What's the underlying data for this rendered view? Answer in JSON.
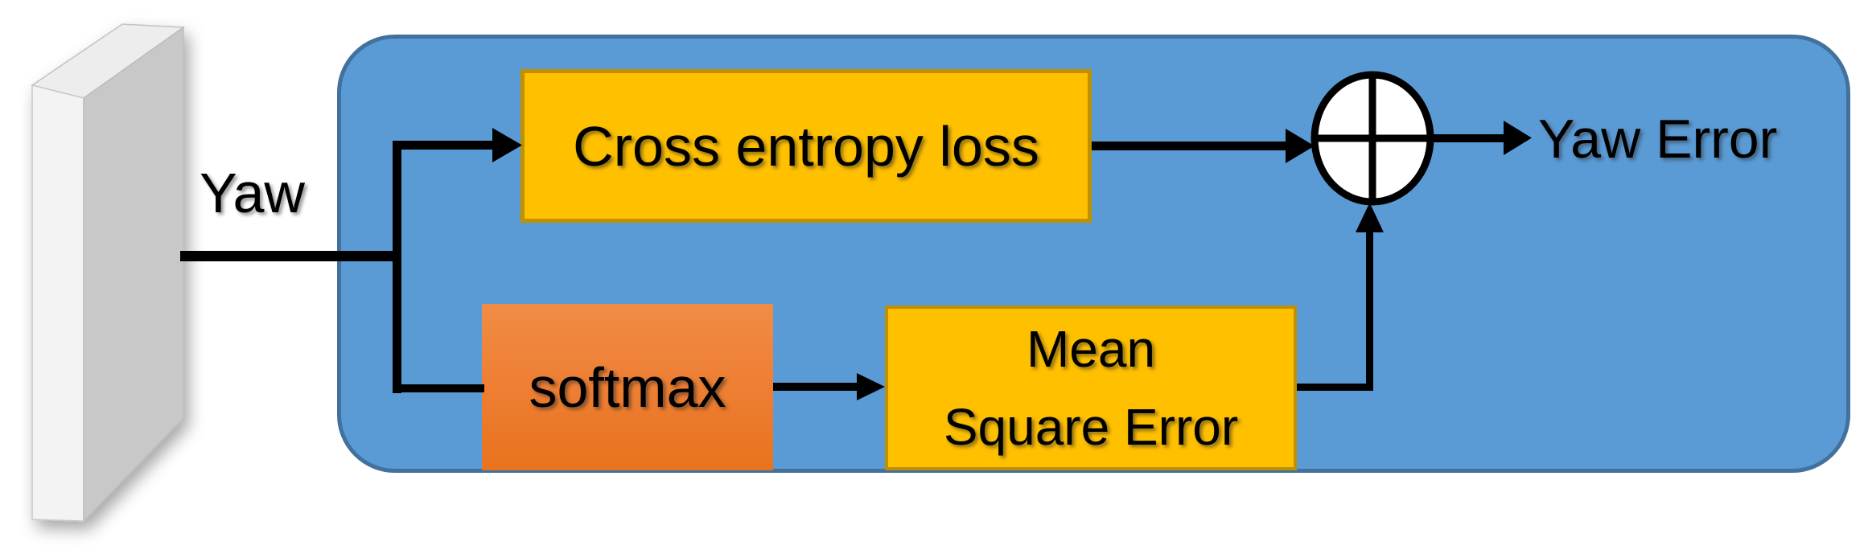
{
  "diagram": {
    "title_hint": "yaw loss computation flow diagram",
    "input": {
      "shape": "3d-slab",
      "label": "Yaw"
    },
    "container": {
      "fill": "#5B9BD5",
      "border": "#41719C"
    },
    "nodes": {
      "cross_entropy": {
        "label": "Cross entropy loss",
        "fill": "#FFC000",
        "border": "#BF9000"
      },
      "softmax": {
        "label": "softmax",
        "fill_top": "#F18C46",
        "fill_bottom": "#E8731E"
      },
      "mean_square_error": {
        "label_lines": [
          "Mean",
          "Square Error"
        ],
        "fill": "#FFC000",
        "border": "#BF9000"
      },
      "sum": {
        "symbol": "circle-plus",
        "fill": "#FFFFFF",
        "stroke": "#000000"
      }
    },
    "output": {
      "label": "Yaw Error"
    },
    "edges": [
      {
        "from": "yaw-input",
        "to": "cross_entropy",
        "arrow": true
      },
      {
        "from": "yaw-input",
        "to": "softmax",
        "arrow": false
      },
      {
        "from": "softmax",
        "to": "mean_square_error",
        "arrow": true
      },
      {
        "from": "cross_entropy",
        "to": "sum",
        "arrow": true
      },
      {
        "from": "mean_square_error",
        "to": "sum",
        "arrow": true
      },
      {
        "from": "sum",
        "to": "yaw-error-output",
        "arrow": true
      }
    ],
    "line_color": "#000000",
    "slab_colors": {
      "front": "#C8C8C8",
      "side": "#F3F3F3",
      "top": "#EDEDED"
    }
  }
}
